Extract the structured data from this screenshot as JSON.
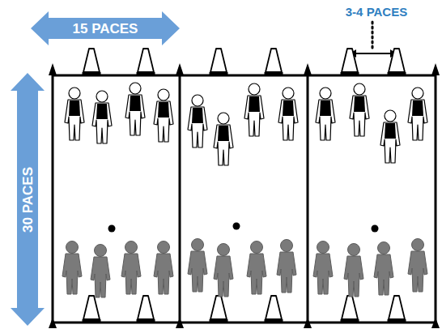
{
  "diagram": {
    "labels": [
      "15 PACES",
      "3-4 PACES",
      "30 PACES"
    ]
  }
}
